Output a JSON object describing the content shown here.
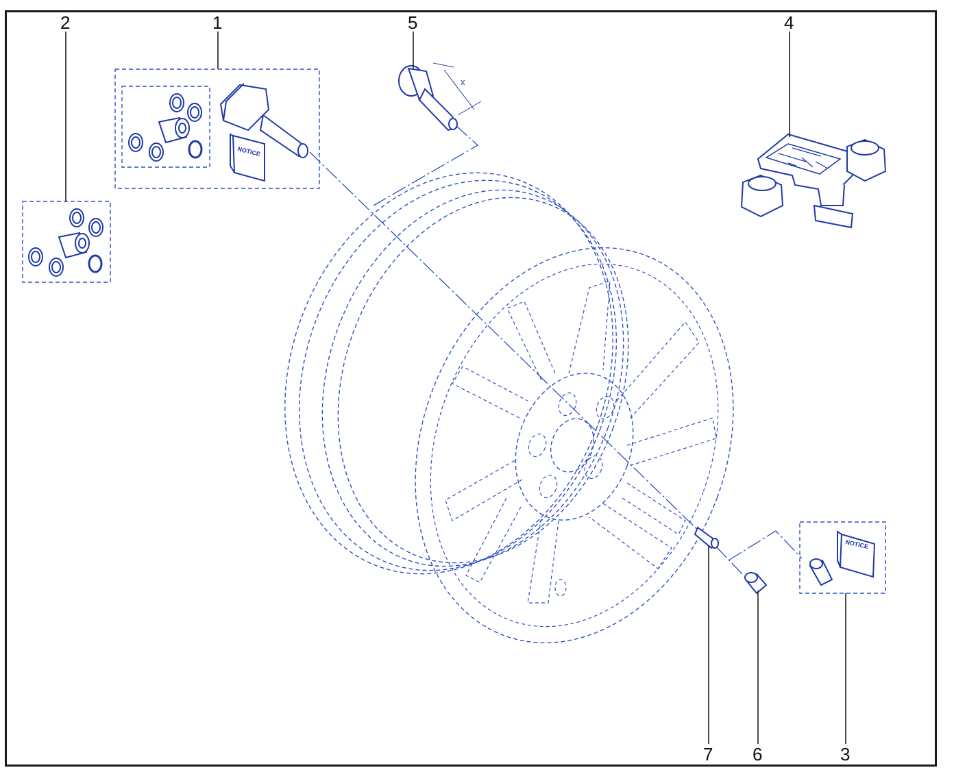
{
  "callouts": {
    "c1": "1",
    "c2": "2",
    "c3": "3",
    "c4": "4",
    "c5": "5",
    "c6": "6",
    "c7": "7"
  },
  "labels": {
    "notice_kit1": "NOTICE",
    "notice_kit3": "NOTICE",
    "dimension_x": "x"
  },
  "colors": {
    "line_blue": "#1f3aa8",
    "dash_blue": "#2d4fc4",
    "frame": "#1a1a1a"
  }
}
